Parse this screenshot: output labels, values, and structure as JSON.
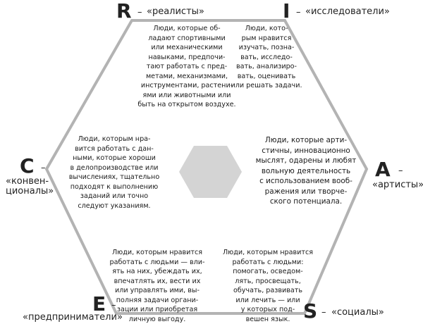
{
  "diagram": {
    "types": [
      {
        "id": "R",
        "letter": "R",
        "dash": "–",
        "tag": "«реалисты»",
        "description": "Люди, которые об-\nладают спортивными\nили механическими\nнавыками, предпочи-\nтают работать с пред-\nметами, механизмами,\nинструментами, растени-\nями или животными или\nбыть на открытом воздухе."
      },
      {
        "id": "I",
        "letter": "I",
        "dash": "–",
        "tag": "«исследователи»",
        "description": "Люди, кото-\nрым нравится\nизучать, позна-\nвать, исследо-\nвать, анализиро-\nвать, оценивать\nили решать задачи."
      },
      {
        "id": "A",
        "letter": "A",
        "dash": "–",
        "tag": "«артисты»",
        "description": "Люди, которые арти-\nстичны, инновационно\nмыслят, одарены и любят\nвольную деятельность\nс использованием вооб-\nражения или творче-\nского потенциала."
      },
      {
        "id": "S",
        "letter": "S",
        "dash": "–",
        "tag": "«социалы»",
        "description": "Люди, которым нравится\nработать с людьми:\nпомогать, осведом-\nлять, просвещать,\nобучать, развивать\nили лечить — или\nу которых под-\nвешен язык."
      },
      {
        "id": "E",
        "letter": "E",
        "dash": "–",
        "tag": "«предприниматели»",
        "description": "Люди, которым нравится\nработать с людьми — вли-\nять на них, убеждать их,\nвпечатлять их, вести их\nили управлять ими, вы-\nполняя задачи органи-\nзации или приобретая\nличную выгоду."
      },
      {
        "id": "C",
        "letter": "C",
        "dash": "–",
        "tag": "«конвен-\nционалы»",
        "description": "Люди, которым нра-\nвится работать с дан-\nными, которые хороши\nв делопроизводстве или\nвычислениях, тщательно\nподходят к выполнению\nзаданий или точно\nследуют указаниям."
      }
    ],
    "colors": {
      "outline": "#b3b3b3",
      "center": "#d4d4d4",
      "text": "#1a1a1a"
    }
  }
}
